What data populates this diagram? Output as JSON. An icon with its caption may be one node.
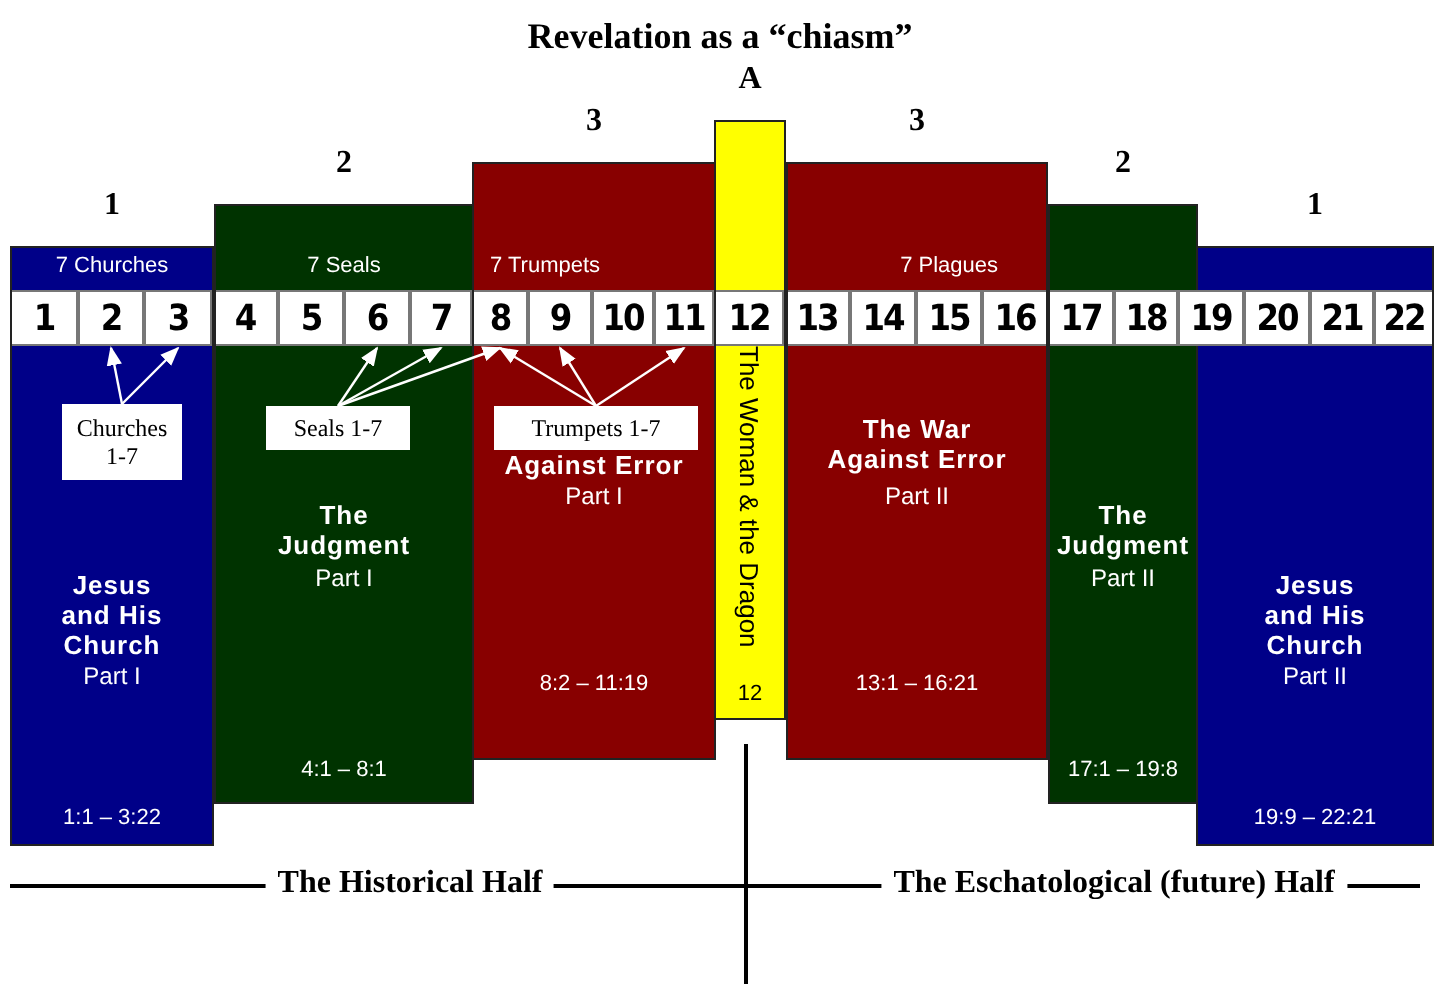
{
  "diagram": {
    "title": "Revelation as a “chiasm”",
    "nodes": [
      {
        "text": [
          "7 Churches",
          "Jesus and His Church",
          "Part I",
          "1:1 – 3:22"
        ],
        "beside": [
          "1"
        ]
      },
      {
        "text": [
          "7 Seals",
          "The Judgment",
          "Part I",
          "4:1 – 8:1"
        ],
        "beside": [
          "2"
        ]
      },
      {
        "text": [
          "7 Trumpets",
          "Against Error",
          "Part I",
          "8:2 – 11:19"
        ],
        "beside": [
          "3"
        ]
      },
      {
        "text": [
          "The Woman & the Dragon",
          "12"
        ],
        "beside": [
          "A"
        ]
      },
      {
        "text": [
          "7 Plagues",
          "The War Against Error",
          "Part II",
          "13:1 – 16:21"
        ],
        "beside": [
          "3"
        ]
      },
      {
        "text": [
          "The Judgment",
          "Part II",
          "17:1 – 19:8"
        ],
        "beside": [
          "2"
        ]
      },
      {
        "text": [
          "Jesus and His Church",
          "Part II",
          "19:9 – 22:21"
        ],
        "beside": [
          "1"
        ]
      },
      {
        "text": [
          "1"
        ],
        "in": 0
      },
      {
        "text": [
          "2"
        ],
        "in": 0
      },
      {
        "text": [
          "3"
        ],
        "in": 0
      },
      {
        "text": [
          "4"
        ],
        "in": 1
      },
      {
        "text": [
          "5"
        ],
        "in": 1
      },
      {
        "text": [
          "6"
        ],
        "in": 1
      },
      {
        "text": [
          "7"
        ],
        "in": 1
      },
      {
        "text": [
          "8"
        ],
        "in": 2
      },
      {
        "text": [
          "9"
        ],
        "in": 2
      },
      {
        "text": [
          "10"
        ],
        "in": 2
      },
      {
        "text": [
          "11"
        ],
        "in": 2
      },
      {
        "text": [
          "12"
        ],
        "in": 3
      },
      {
        "text": [
          "13"
        ],
        "in": 4
      },
      {
        "text": [
          "14"
        ],
        "in": 4
      },
      {
        "text": [
          "15"
        ],
        "in": 4
      },
      {
        "text": [
          "16"
        ],
        "in": 4
      },
      {
        "text": [
          "17"
        ],
        "in": 5
      },
      {
        "text": [
          "18"
        ],
        "in": 5
      },
      {
        "text": [
          "19"
        ]
      },
      {
        "text": [
          "20"
        ],
        "in": 6
      },
      {
        "text": [
          "21"
        ],
        "in": 6
      },
      {
        "text": [
          "22"
        ],
        "in": 6
      },
      {
        "text": [
          "Churches 1-7"
        ],
        "in": 0
      },
      {
        "text": [
          "Seals 1-7"
        ],
        "in": 1
      },
      {
        "text": [
          "Trumpets 1-7"
        ],
        "in": 2
      }
    ],
    "edges": [
      {
        "from": 29,
        "to": 8,
        "arrow": "to"
      },
      {
        "from": 29,
        "to": 9,
        "arrow": "to"
      },
      {
        "from": 30,
        "to": 12,
        "arrow": "to"
      },
      {
        "from": 30,
        "to": 13,
        "arrow": "to"
      },
      {
        "from": 30,
        "to": 14,
        "arrow": "to"
      },
      {
        "from": 31,
        "to": 14,
        "arrow": "to"
      },
      {
        "from": 31,
        "to": 15,
        "arrow": "to"
      },
      {
        "from": 31,
        "to": 17,
        "arrow": "to"
      }
    ],
    "labels": [
      "The Historical Half",
      "The Eschatological (future) Half"
    ]
  }
}
